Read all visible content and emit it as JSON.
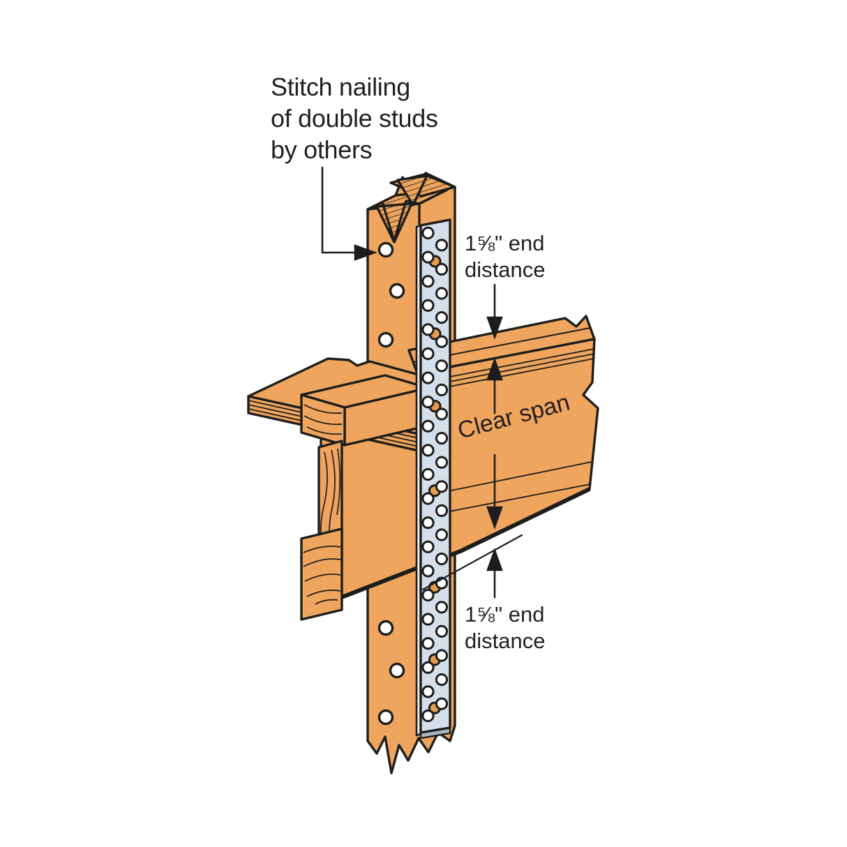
{
  "title": {
    "lines": [
      "Stitch nailing",
      "of double studs",
      "by others"
    ]
  },
  "annotations": {
    "end_distance_top": {
      "lines": [
        "1⅝\" end",
        "distance"
      ]
    },
    "clear_span": {
      "text": "Clear span"
    },
    "end_distance_bottom": {
      "lines": [
        "1⅝\" end",
        "distance"
      ]
    }
  },
  "colors": {
    "background": "#ffffff",
    "wood": "#efa55e",
    "outline": "#1d1d1b",
    "strap": "#d5dfe9",
    "strap_edge": "#e8edf2",
    "strap_bottom": "#a9b6c2",
    "nail": "#e59a4d",
    "text": "#231f20"
  }
}
